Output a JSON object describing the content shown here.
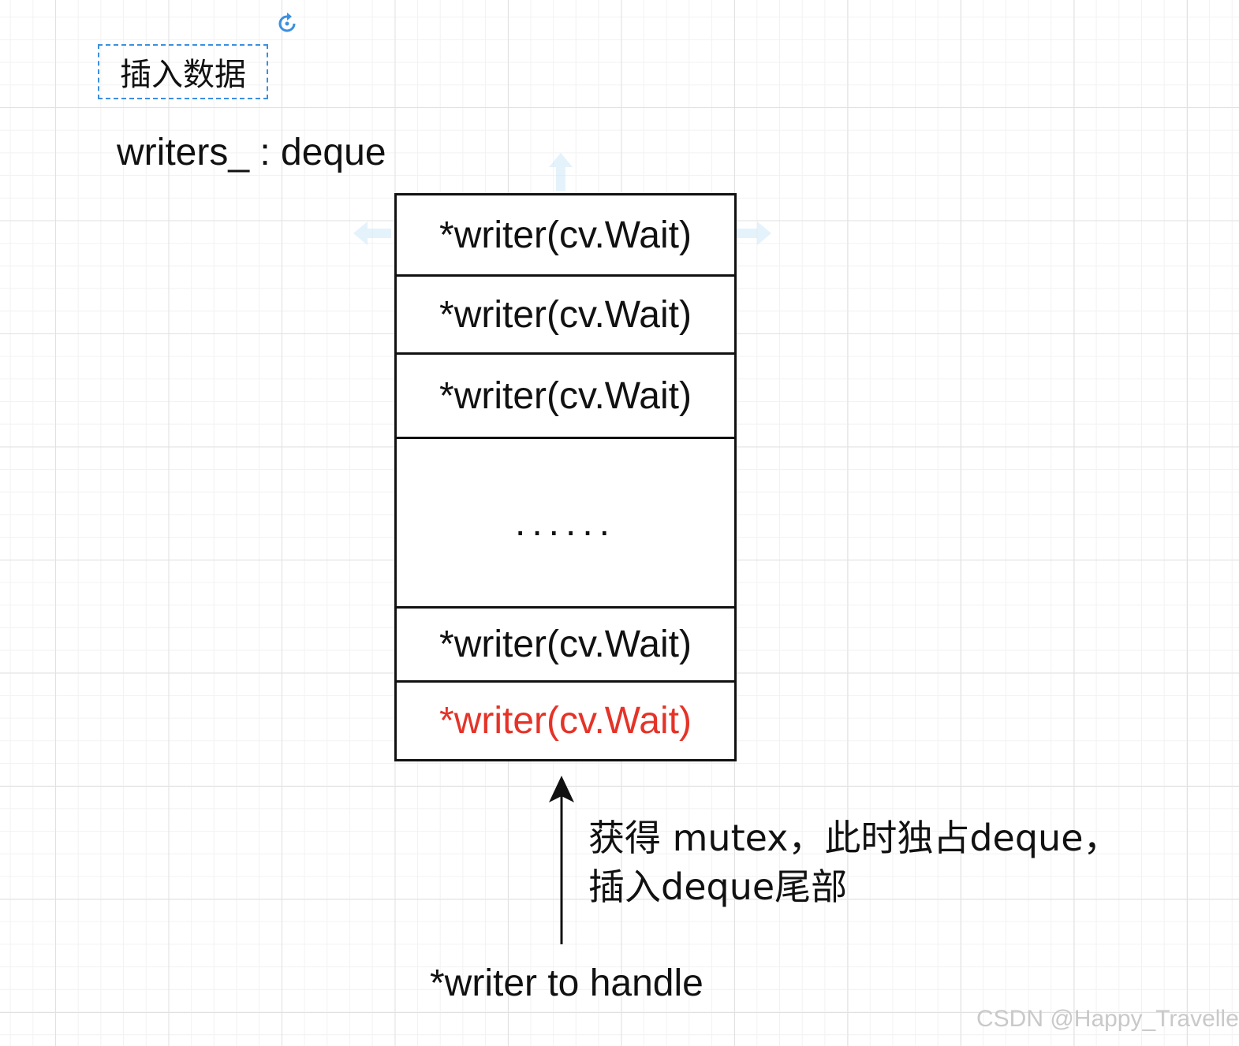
{
  "title_label": "插入数据",
  "deque": {
    "label": "writers_ : deque",
    "cells": [
      "*writer(cv.Wait)",
      "*writer(cv.Wait)",
      "*writer(cv.Wait)",
      "......",
      "*writer(cv.Wait)",
      "*writer(cv.Wait)"
    ],
    "highlight_color": "#e53328"
  },
  "annotation": {
    "line1": "获得 mutex，此时独占deque，",
    "line2": "插入deque尾部"
  },
  "handle_label": "*writer to handle",
  "watermark": "CSDN @Happy_Traveller",
  "colors": {
    "stroke": "#111111",
    "selection": "#3b8fe0",
    "guide_arrow": "#cfe8f8"
  }
}
